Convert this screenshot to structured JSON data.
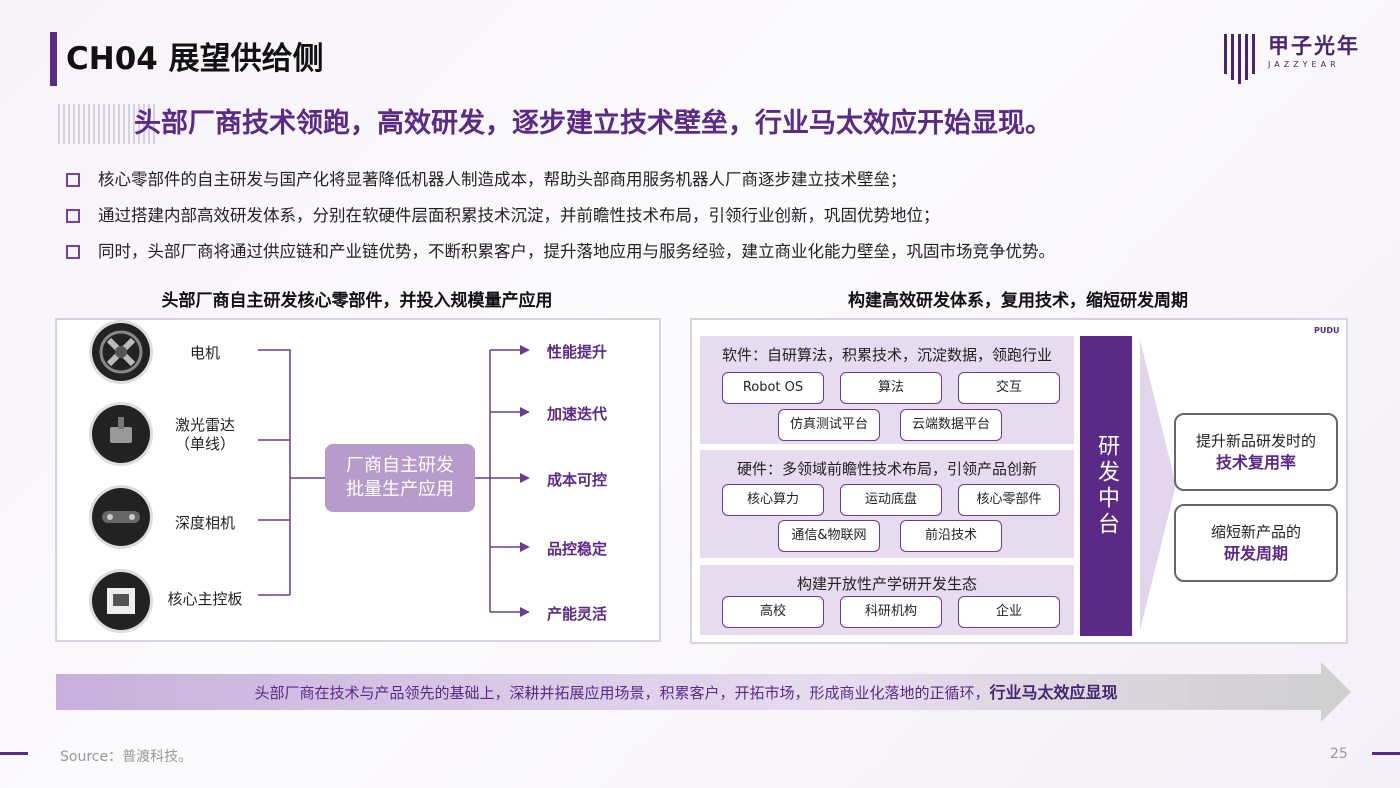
{
  "header": {
    "title": "CH04 展望供给侧",
    "logo_cn": "甲子光年",
    "logo_en": "JAZZYEAR"
  },
  "headline": "头部厂商技术领跑，高效研发，逐步建立技术壁垒，行业马太效应开始显现。",
  "bullets": [
    "核心零部件的自主研发与国产化将显著降低机器人制造成本，帮助头部商用服务机器人厂商逐步建立技术壁垒；",
    "通过搭建内部高效研发体系，分别在软硬件层面积累技术沉淀，并前瞻性技术布局，引领行业创新，巩固优势地位；",
    "同时，头部厂商将通过供应链和产业链优势，不断积累客户，提升落地应用与服务经验，建立商业化能力壁垒，巩固市场竞争优势。"
  ],
  "left": {
    "title": "头部厂商自主研发核心零部件，并投入规模量产应用",
    "components": [
      {
        "label": "电机",
        "icon": "motor-icon"
      },
      {
        "label": "激光雷达\n（单线）",
        "icon": "lidar-icon"
      },
      {
        "label": "深度相机",
        "icon": "depth-camera-icon"
      },
      {
        "label": "核心主控板",
        "icon": "control-board-icon"
      }
    ],
    "center_line1": "厂商自主研发",
    "center_line2": "批量生产应用",
    "outputs": [
      "性能提升",
      "加速迭代",
      "成本可控",
      "品控稳定",
      "产能灵活"
    ]
  },
  "right": {
    "title": "构建高效研发体系，复用技术，缩短研发周期",
    "brand": "PUDU",
    "software": {
      "title": "软件：自研算法，积累技术，沉淀数据，领跑行业",
      "items": [
        "Robot OS",
        "算法",
        "交互",
        "仿真测试平台",
        "云端数据平台"
      ]
    },
    "hardware": {
      "title": "硬件：多领域前瞻性技术布局，引领产品创新",
      "items": [
        "核心算力",
        "运动底盘",
        "核心零部件",
        "通信&物联网",
        "前沿技术"
      ]
    },
    "ecosystem": {
      "title": "构建开放性产学研开发生态",
      "items": [
        "高校",
        "科研机构",
        "企业"
      ]
    },
    "middle": "研发中台",
    "results": [
      {
        "line1": "提升新品研发时的",
        "line2": "技术复用率"
      },
      {
        "line1": "缩短新产品的",
        "line2": "研发周期"
      }
    ]
  },
  "bottom": {
    "text": "头部厂商在技术与产品领先的基础上，深耕并拓展应用场景，积累客户，开拓市场，形成商业化落地的正循环，",
    "emphasis": "行业马太效应显现"
  },
  "footer": {
    "source": "Source：普渡科技。",
    "page": "25"
  },
  "colors": {
    "accent": "#5b2a86",
    "light": "#e6dbef",
    "center": "#b69bcb"
  }
}
